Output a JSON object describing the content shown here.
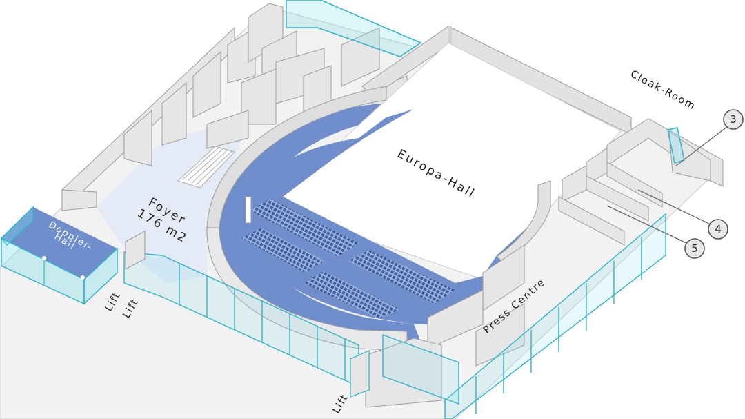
{
  "labels": {
    "europa_hall": "Europa-Hall",
    "cloak_room": "Cloak-Room",
    "foyer": "Foyer",
    "foyer_area": "176 m2",
    "doppler_line1": "Doppler-",
    "doppler_line2": "Hall",
    "press_centre": "Press Centre",
    "lift_1": "Lift",
    "lift_2": "Lift",
    "lift_3": "Lift"
  },
  "callouts": [
    "3",
    "4",
    "5"
  ],
  "colors": {
    "hall_blue": "#6f8ecb",
    "foyer_tint": "#e4eaf6",
    "glass": "#2fb3c9",
    "wall": "#e0e0e0",
    "wall_edge": "#9a9a9a",
    "seat": "#3f5f9e"
  }
}
